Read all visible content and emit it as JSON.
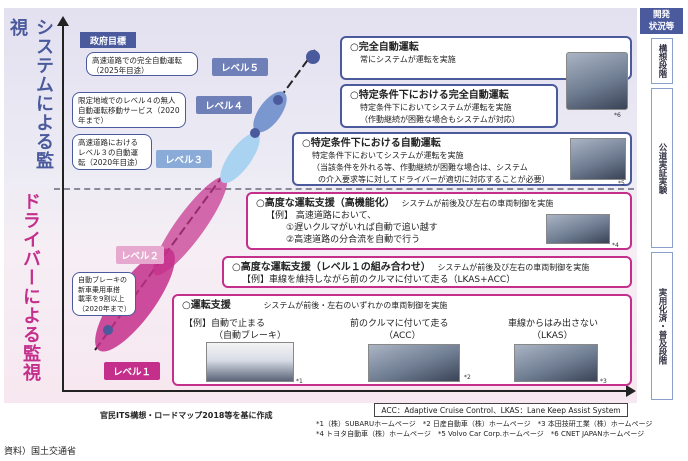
{
  "axes": {
    "system_label": "システムによる監視",
    "driver_label": "ドライバーによる監視"
  },
  "gov_target": {
    "label": "政府目標",
    "l5": "高速道路での完全自動運転\n（2025年目途）",
    "l4": "限定地域でのレベル４の無人\n自動運転移動サービス（2020\n年まで）",
    "l3": "高速道路における\nレベル３の自動運\n転（2020年目途）",
    "brake": "自動ブレーキの\n新車乗用車搭\n載率を9割以上\n（2020年まで）"
  },
  "levels": {
    "l5": "レベル５",
    "l4": "レベル４",
    "l3": "レベル３",
    "l2": "レベル２",
    "l1": "レベル１"
  },
  "boxes": {
    "l5": {
      "title": "○完全自動運転",
      "desc": "常にシステムが運転を実施",
      "note": "*6"
    },
    "l4": {
      "title": "○特定条件下における完全自動運転",
      "desc1": "特定条件下においてシステムが運転を実施",
      "desc2": "（作動継続が困難な場合もシステムが対応）"
    },
    "l3": {
      "title": "○特定条件下における自動運転",
      "desc1": "特定条件下においてシステムが運転を実施",
      "desc2": "（当該条件を外れる等、作動継続が困難な場合は、システム",
      "desc3": "の介入要求等に対してドライバーが適切に対応することが必要）",
      "note": "*5"
    },
    "l2a": {
      "title": "○高度な運転支援（高機能化）",
      "desc": "システムが前後及び左右の車両制御を実施",
      "ex": "【例】 高速道路において、",
      "ex1": "①遅いクルマがいれば自動で追い越す",
      "ex2": "②高速道路の分合流を自動で行う",
      "note": "*4"
    },
    "l2b": {
      "title": "○高度な運転支援（レベル１の組み合わせ）",
      "desc": "システムが前後及び左右の車両制御を実施",
      "ex": "【例】車線を維持しながら前のクルマに付いて走る（LKAS+ACC）"
    },
    "l1": {
      "title": "○運転支援",
      "desc": "システムが前後・左右のいずれかの車両制御を実施",
      "ex_a1": "【例】自動で止まる",
      "ex_a2": "（自動ブレーキ）",
      "ex_b1": "前のクルマに付いて走る",
      "ex_b2": "（ACC）",
      "ex_c1": "車線からはみ出さない",
      "ex_c2": "（LKAS）",
      "note1": "*1",
      "note2": "*2",
      "note3": "*3"
    }
  },
  "dev_status": {
    "head": "開発\n状況等",
    "stage1": "構想段階",
    "stage2": "公道実証実験",
    "stage3": "実用化済・普及段階"
  },
  "footer": {
    "ref": "官民ITS構想・ロードマップ2018等を基に作成",
    "acc": "ACC：Adaptive Cruise Control、LKAS：Lane Keep Assist System",
    "credits1": "*1（株）SUBARUホームページ　*2 日産自動車（株）ホームページ　*3 本田技研工業（株）ホームページ",
    "credits2": "*4 トヨタ自動車（株）ホームページ　*5 Volvo Car Corp.ホームページ　*6 CNET JAPANホームページ",
    "source": "資料）国土交通省"
  },
  "colors": {
    "system_blue": "#4a5a9c",
    "driver_pink": "#c42f8c"
  }
}
